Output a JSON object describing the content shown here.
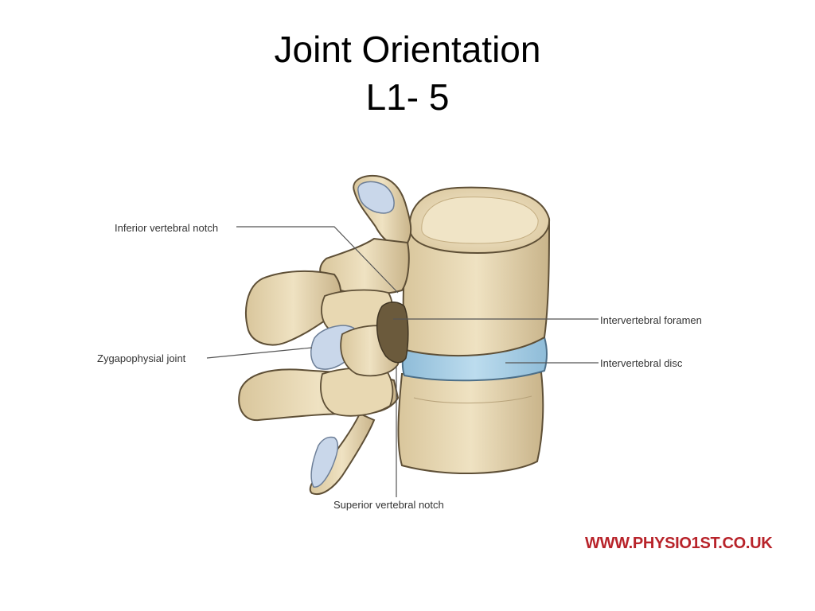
{
  "slide": {
    "title_line1": "Joint Orientation",
    "title_line2": "L1- 5"
  },
  "diagram": {
    "labels": {
      "inferior_vertebral_notch": "Inferior vertebral notch",
      "zygapophysial_joint": "Zygapophysial joint",
      "intervertebral_foramen": "Intervertebral foramen",
      "intervertebral_disc": "Intervertebral disc",
      "superior_vertebral_notch": "Superior vertebral notch"
    },
    "colors": {
      "bone": "#ebdcb8",
      "bone_shadow": "#b7a27a",
      "outline": "#5e4f36",
      "disc": "#a9cde2",
      "cartilage": "#c9d7ea",
      "leader_line": "#555555"
    }
  },
  "footer": {
    "watermark": "WWW.PHYSIO1ST.CO.UK",
    "watermark_color": "#b8232a"
  }
}
